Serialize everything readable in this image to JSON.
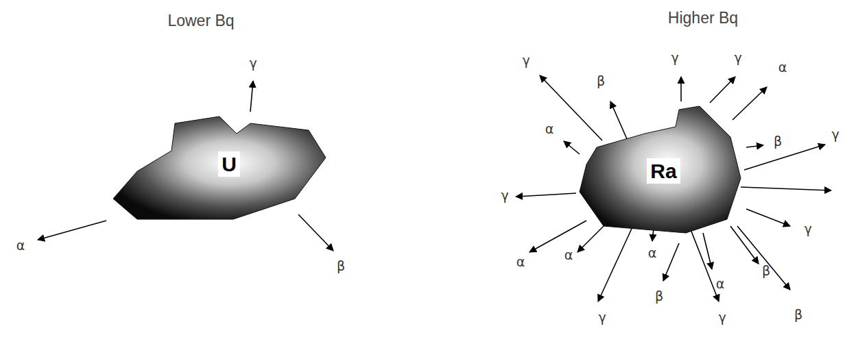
{
  "diagram": {
    "nodes": [
      {
        "text": [
          "U"
        ]
      },
      {
        "text": [
          "Ra"
        ]
      }
    ],
    "labels": [
      "Lower Bq",
      "Higher Bq",
      "γ",
      "α",
      "β",
      "γ",
      "β",
      "γ",
      "γ",
      "α",
      "α",
      "β",
      "γ",
      "γ",
      "γ",
      "α",
      "α",
      "γ",
      "α",
      "β",
      "γ",
      "α",
      "β",
      "β"
    ]
  }
}
